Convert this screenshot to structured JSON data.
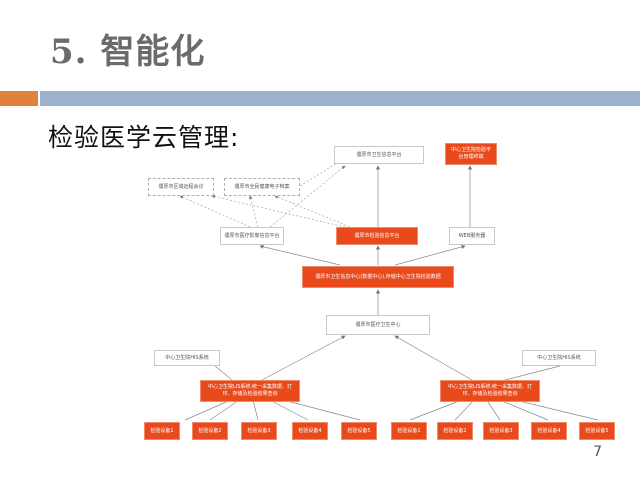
{
  "header": {
    "title": "5. 智能化"
  },
  "section": {
    "subtitle": "检验医学云管理:"
  },
  "colors": {
    "accent_orange": "#e0823a",
    "accent_blue": "#9db2cf",
    "node_orange": "#e94a1c"
  },
  "nodes": {
    "regional_remote": "僵厚市区域远程会诊",
    "health_records": "僵厚市全民健康电子档案",
    "health_platform_top": "僵厚市卫生信息平台",
    "center_top": "中心卫生院检验平台管理终端",
    "medical_info_platform": "僵厚市医疗影像信息平台",
    "lab_platform": "僵厚市检验信息平台",
    "web_server": "WEB服务器",
    "big_bar": "僵厚市卫生信息中心(数据中心),存储中心卫生院检验数据",
    "hospital": "僵厚市医疗卫生中心",
    "his_left": "中心卫生院HIS系统",
    "his_right": "中心卫生院HIS系统",
    "lis_left": "中心卫生院LIS系统:统一采集数据、打印、存储及检验结果查询",
    "lis_right": "中心卫生院LIS系统:统一采集数据、打印、存储及检验结果查询",
    "devices": [
      "检验设备1",
      "检验设备2",
      "检验设备3",
      "检验设备4",
      "检验设备5",
      "检验设备1",
      "检验设备2",
      "检验设备3",
      "检验设备4",
      "检验设备5"
    ]
  },
  "footer": {
    "page_number": "7"
  }
}
